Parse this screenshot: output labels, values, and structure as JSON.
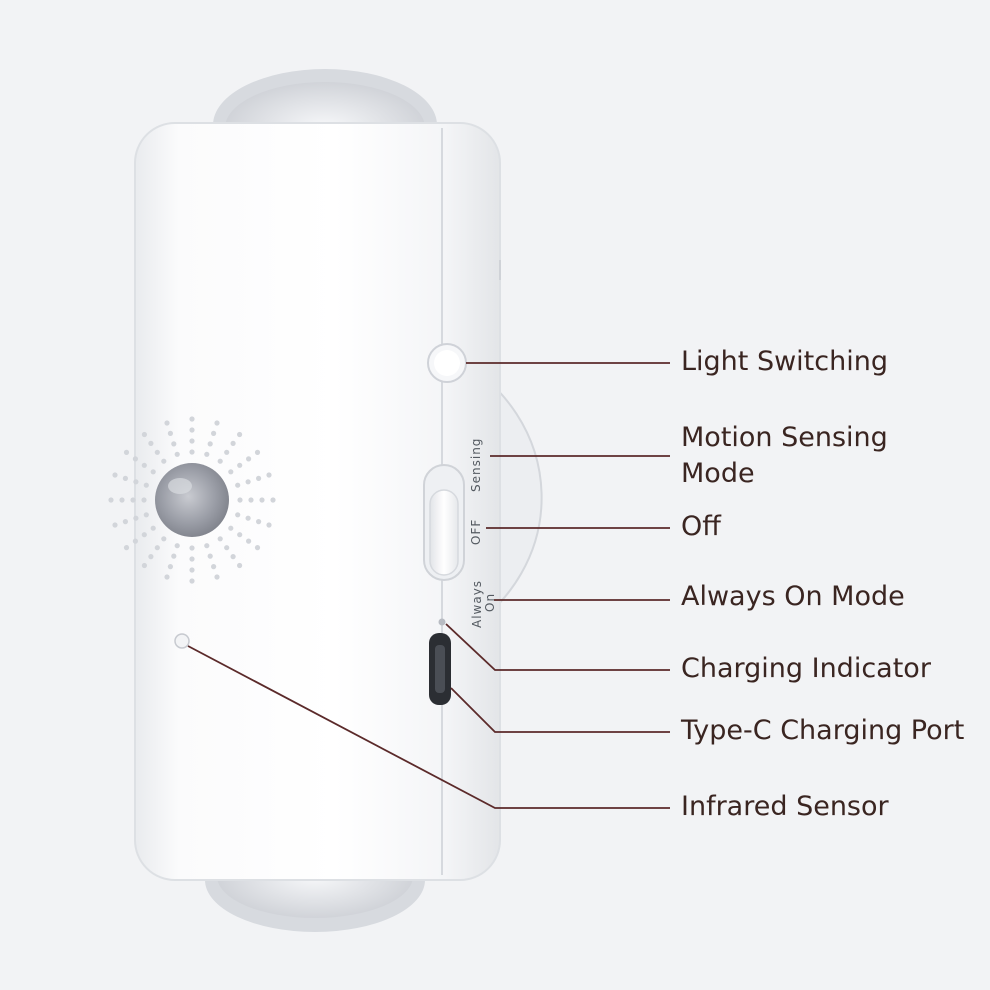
{
  "device": {
    "switch_labels": {
      "sensing": "Sensing",
      "off": "OFF",
      "always_on_line1": "Always",
      "always_on_line2": "On"
    }
  },
  "callouts": [
    {
      "id": "light-switching",
      "label": "Light Switching"
    },
    {
      "id": "motion-sensing-mode",
      "label_line1": "Motion Sensing",
      "label_line2": "Mode"
    },
    {
      "id": "off",
      "label": "Off"
    },
    {
      "id": "always-on-mode",
      "label": "Always On Mode"
    },
    {
      "id": "charging-indicator",
      "label": "Charging Indicator"
    },
    {
      "id": "type-c-charging-port",
      "label": "Type-C Charging Port"
    },
    {
      "id": "infrared-sensor",
      "label": "Infrared Sensor"
    }
  ],
  "colors": {
    "background": "#f2f3f5",
    "device_body": "#ffffff",
    "leader_line": "#5b2a2a",
    "label_text": "#3a2521"
  }
}
